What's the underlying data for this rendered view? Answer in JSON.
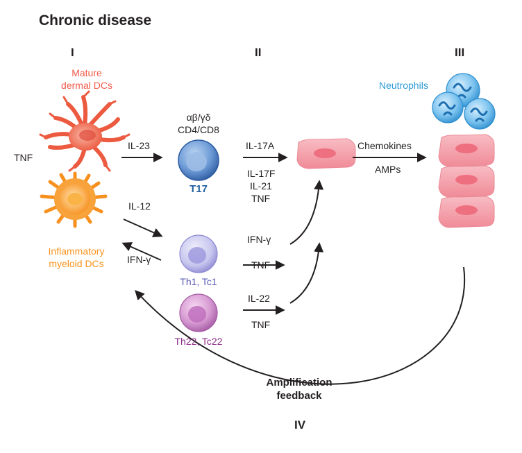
{
  "title": "Chronic disease",
  "stages": {
    "i": "I",
    "ii": "II",
    "iii": "III",
    "iv": "IV"
  },
  "dc": {
    "mature_line1": "Mature",
    "mature_line2": "dermal DCs",
    "inflammatory_line1": "Inflammatory",
    "inflammatory_line2": "myeloid DCs",
    "mature_color": "#f05a4a",
    "inflammatory_color": "#f7941d"
  },
  "cytokines": {
    "tnf_left": "TNF",
    "il23": "IL-23",
    "il12": "IL-12",
    "ifng_back": "IFN-γ",
    "il17a": "IL-17A",
    "il17f": "IL-17F",
    "il21": "IL-21",
    "tnf_t17": "TNF",
    "ifng_th1": "IFN-γ",
    "tnf_th1": "TNF",
    "il22": "IL-22",
    "tnf_th22": "TNF",
    "chemokines": "Chemokines",
    "amps": "AMPs"
  },
  "tcells": {
    "t17_top1": "αβ/γδ",
    "t17_top2": "CD4/CD8",
    "t17": "T17",
    "th1": "Th1, Tc1",
    "th22": "Th22, Tc22",
    "t17_color": "#1f5fa0",
    "th1_color": "#5a5ab4",
    "th22_color": "#8b2a8a"
  },
  "neutrophils": {
    "label": "Neutrophils",
    "color": "#2e9bd6"
  },
  "feedback": {
    "line1": "Amplification",
    "line2": "feedback"
  },
  "colors": {
    "keratinocyte": "#f4a0a8",
    "arrow": "#231f20"
  }
}
